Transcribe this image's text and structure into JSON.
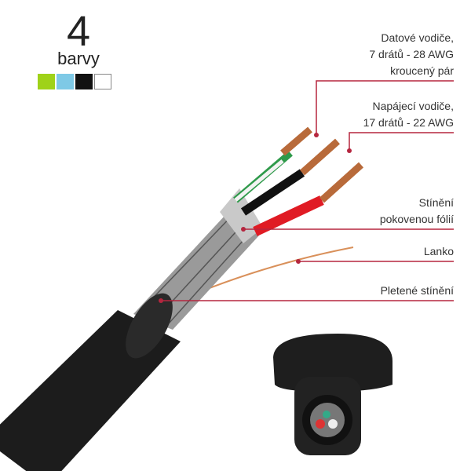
{
  "colors_badge": {
    "count": "4",
    "label": "barvy",
    "swatches": [
      "#9fd219",
      "#7ec9e6",
      "#111111",
      "#ffffff"
    ]
  },
  "callouts": [
    {
      "lines": [
        "Datové vodiče,",
        "7 drátů - 28 AWG",
        "kroucený pár"
      ]
    },
    {
      "lines": [
        "Napájecí vodiče,",
        "17 drátů - 22 AWG"
      ]
    },
    {
      "lines": [
        "Stínění",
        "pokovenou fólií"
      ]
    },
    {
      "lines": [
        "Lanko"
      ]
    },
    {
      "lines": [
        "Pletené stínění"
      ]
    }
  ],
  "accent_color": "#b5263f"
}
